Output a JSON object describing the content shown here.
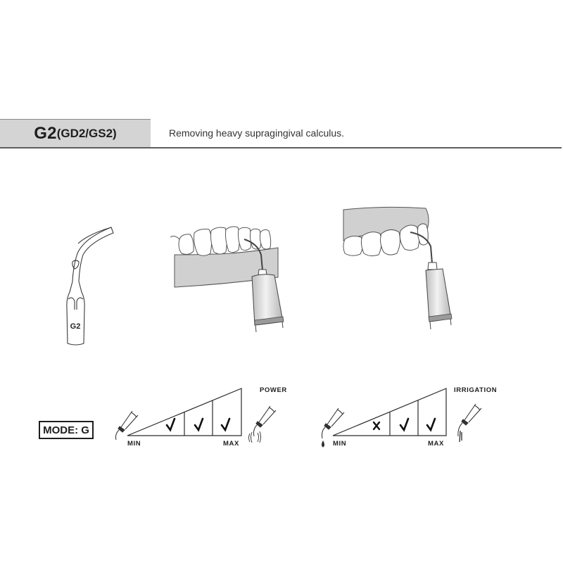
{
  "header": {
    "model": "G2",
    "variants": "(GD2/GS2)",
    "description": "Removing heavy supragingival calculus."
  },
  "illustrations": {
    "tip": {
      "label": "G2",
      "icon": "scaler-tip-icon"
    },
    "lower_jaw": {
      "icon": "lower-teeth-scaling-icon"
    },
    "upper_jaw": {
      "icon": "upper-teeth-scaling-icon"
    }
  },
  "settings": {
    "mode_label": "MODE: G",
    "power": {
      "title": "POWER",
      "min_label": "MIN",
      "max_label": "MAX",
      "levels": [
        "",
        "check",
        "check",
        "check"
      ]
    },
    "irrigation": {
      "title": "IRRIGATION",
      "min_label": "MIN",
      "max_label": "MAX",
      "levels": [
        "",
        "cross",
        "check",
        "check"
      ]
    }
  },
  "colors": {
    "title_box_bg": "#d4d4d4",
    "rule": "#5e5e5e",
    "gum_fill": "#d0d0d0",
    "ink": "#1e1e1e"
  }
}
